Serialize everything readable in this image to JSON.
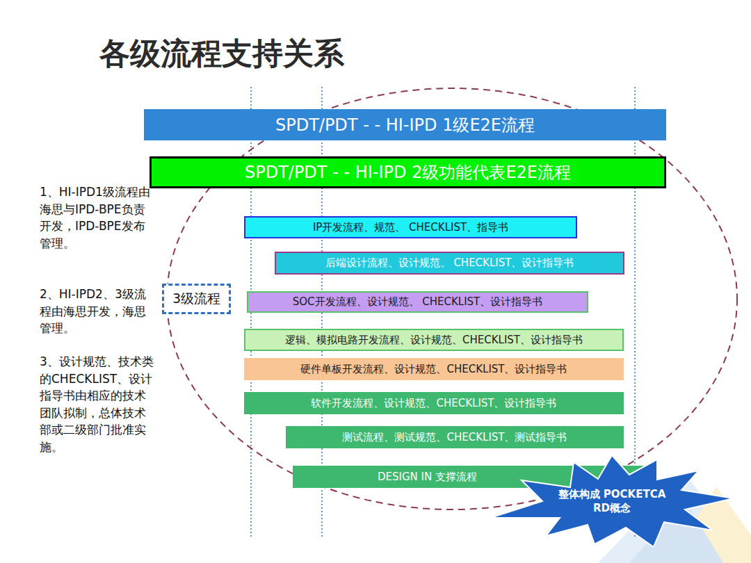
{
  "diagram": {
    "title": "各级流程支持关系",
    "nodes": [
      {
        "text": [
          "SPDT/PDT - - HI-IPD 1级E2E流程"
        ]
      },
      {
        "text": [
          "SPDT/PDT - - HI-IPD 2级功能代表E2E流程"
        ]
      },
      {
        "text": [
          "IP开发流程、规范、 CHECKLIST、指导书"
        ]
      },
      {
        "text": [
          "后端设计流程、设计规范、 CHECKLIST、设计指导书"
        ]
      },
      {
        "text": [
          "SOC开发流程、设计规范、 CHECKLIST、设计指导书"
        ]
      },
      {
        "text": [
          "逻辑、模拟电路开发流程、设计规范、CHECKLIST、设计指导书"
        ]
      },
      {
        "text": [
          "硬件单板开发流程、设计规范、CHECKLIST、设计指导书"
        ]
      },
      {
        "text": [
          "软件开发流程、设计规范、CHECKLIST、设计指导书"
        ]
      },
      {
        "text": [
          "测试流程、测试规范、CHECKLIST、测试指导书"
        ]
      },
      {
        "text": [
          "DESIGN IN 支撑流程"
        ]
      },
      {
        "text": [
          "3级流程"
        ]
      },
      {
        "text": [
          "整体构成 POCKETCARD概念"
        ]
      }
    ],
    "labels": [
      "1、HI-IPD1级流程由海思与IPD-BPE负责开发，IPD-BPE发布管理。",
      "2、HI-IPD2、3级流程由海思开发，海思管理。",
      "3、设计规范、技术类的CHECKLIST、设计指导书由相应的技术团队拟制，总体技术部或二级部门批准实施。"
    ]
  }
}
